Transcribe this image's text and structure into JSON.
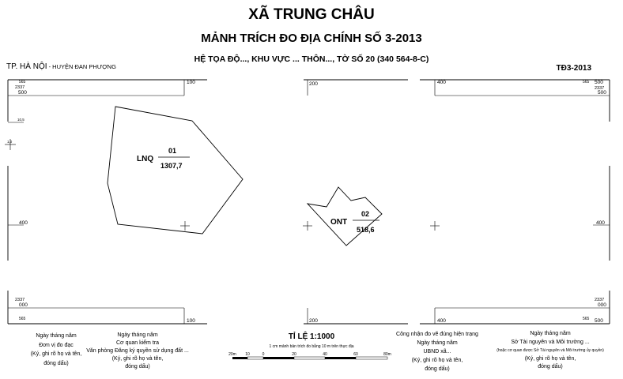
{
  "header": {
    "title": "XÃ TRUNG CHÂU",
    "subtitle": "MẢNH TRÍCH ĐO ĐỊA CHÍNH SỐ 3-2013",
    "coordinate_line": "HỆ TỌA ĐỘ...,  KHU VỰC ... THÔN...,  TỜ SỐ 20 (340 564-8-C)",
    "city": "TP. HÀ NỘI",
    "district": " - HUYỆN ĐAN PHƯỢNG",
    "code": "TĐ3-2013"
  },
  "frame": {
    "top_labels": {
      "tl_small": "565",
      "tl_a": "2337",
      "tl_b": "500",
      "tl_100": "100",
      "t_200": "200",
      "tr_400": "400",
      "tr_small": "565",
      "tr_500": "500",
      "tr_a": "2337",
      "tr_b": "500"
    },
    "left_ticks": {
      "a": "10,5",
      "b": "1,0",
      "mid": "400",
      "la": "2337",
      "lb": "000"
    },
    "right_ticks": {
      "mid": "400",
      "ra": "2337",
      "rb": "000"
    },
    "bottom_labels": {
      "bl_small": "565",
      "bl_100": "100",
      "b_200": "200",
      "br_400": "400",
      "br_small": "565",
      "br_500": "500"
    }
  },
  "parcels": [
    {
      "land_type": "LNQ",
      "number": "01",
      "area": "1307,7"
    },
    {
      "land_type": "ONT",
      "number": "02",
      "area": "518,6"
    }
  ],
  "scale": {
    "title": "TỈ LỆ 1:1000",
    "note": "1 cm mảnh bản trích đo bằng 10 m trên thực địa",
    "ticks": [
      "20m",
      "10",
      "0",
      "20",
      "40",
      "60",
      "80m"
    ]
  },
  "signatures": [
    {
      "lines": [
        "Ngày    tháng    năm",
        "Đơn vị đo đạc",
        "(Ký, ghi rõ họ và tên,",
        "đóng dấu)"
      ]
    },
    {
      "lines": [
        "Ngày    tháng    năm",
        "Cơ quan kiểm tra",
        "Văn phòng Đăng ký quyền sử dụng đất ...",
        "(Ký, ghi rõ họ và tên,",
        "đóng dấu)"
      ]
    },
    {
      "lines": [
        "Công nhận đo vẽ đúng hiện trạng",
        "Ngày    tháng    năm",
        "UBND xã...",
        "(Ký, ghi rõ họ và tên,",
        "đóng dấu)"
      ]
    },
    {
      "lines": [
        "Ngày    tháng    năm",
        "Sở Tài nguyên và Môi trường ...",
        "(hoặc cơ quan được Sở Tài nguyên và Môi trường ủy quyền)",
        "(Ký, ghi rõ họ và tên,",
        "đóng dấu)"
      ]
    }
  ]
}
